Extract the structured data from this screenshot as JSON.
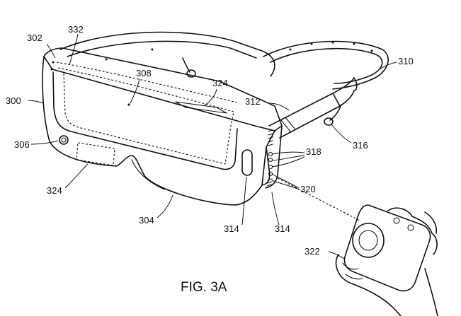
{
  "figure": {
    "caption": "FIG. 3A",
    "labels": {
      "r300": "300",
      "r302": "302",
      "r304": "304",
      "r306": "306",
      "r308": "308",
      "r310": "310",
      "r312": "312",
      "r314a": "314",
      "r314b": "314",
      "r316": "316",
      "r318": "318",
      "r320": "320",
      "r322": "322",
      "r324a": "324",
      "r324b": "324",
      "r332": "332"
    }
  }
}
